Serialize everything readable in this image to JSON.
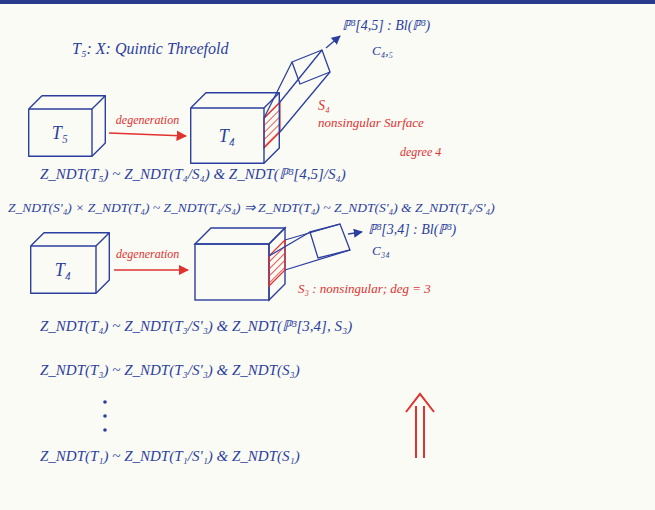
{
  "diagram": {
    "nodes": [
      {
        "text": [
          "T₅"
        ]
      },
      {
        "text": [
          "T₄"
        ]
      },
      {
        "text": [
          "T₄"
        ]
      }
    ],
    "edges": [
      {
        "from": 0,
        "to": 1,
        "arrow": "to",
        "label": "degeneration"
      }
    ],
    "labels": [
      "T₅: X: Quintic Threefold",
      "ℙ³[4,5] : Bl(ℙ³)",
      "C₄,₅",
      "S₄",
      "nonsingular Surface",
      "degree 4",
      "Z_NDT(T₅) ~ Z_NDT(T₄/S₄) & Z_NDT(ℙ³[4,5]/S₄)",
      "Z_NDT(S'₄) × Z_NDT(T₄) ~ Z_NDT(T₄/S₄) ⇒ Z_NDT(T₄) ~ Z_NDT(S'₄) & Z_NDT(T₄/S'₄)",
      "degeneration",
      "ℙ³[3,4] : Bl(ℙ³)",
      "C₃₄",
      "S₃ : nonsingular; deg = 3",
      "Z_NDT(T₄) ~ Z_NDT(T₃/S'₃) & Z_NDT(ℙ³[3,4], S₃)",
      "Z_NDT(T₃) ~ Z_NDT(T₃/S'₃) & Z_NDT(S₃)",
      "Z_NDT(T₁) ~ Z_NDT(T₁/S'₁) & Z_NDT(S₁)"
    ]
  }
}
